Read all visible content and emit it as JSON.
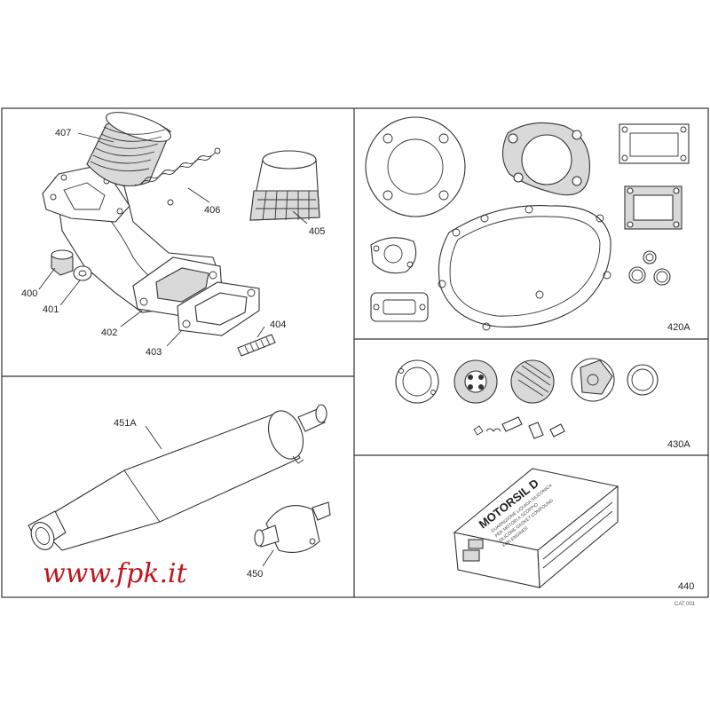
{
  "panels": {
    "intake": {
      "labels": {
        "manifold_boot": "407",
        "spring": "406",
        "filter_sleeve": "405",
        "bushing": "400",
        "washer": "401",
        "manifold": "402",
        "gasket": "403",
        "stud": "404"
      }
    },
    "gaskets": {
      "label": "420A"
    },
    "carb_kit": {
      "label": "430A"
    },
    "exhaust": {
      "labels": {
        "muffler": "451A",
        "silencer_cap": "450"
      },
      "website": "www.fpk.it"
    },
    "sealant": {
      "label": "440",
      "brand": "MOTORSIL D",
      "fine_print": [
        "GUARNIZIONE LIQUIDA SILICONICA",
        "PER MOTORI A SCOPPIO",
        "SILICONE GASKET COMPOUND",
        "FOR ENGINES"
      ]
    }
  },
  "footer": {
    "drawing_code": "CAT 001"
  }
}
